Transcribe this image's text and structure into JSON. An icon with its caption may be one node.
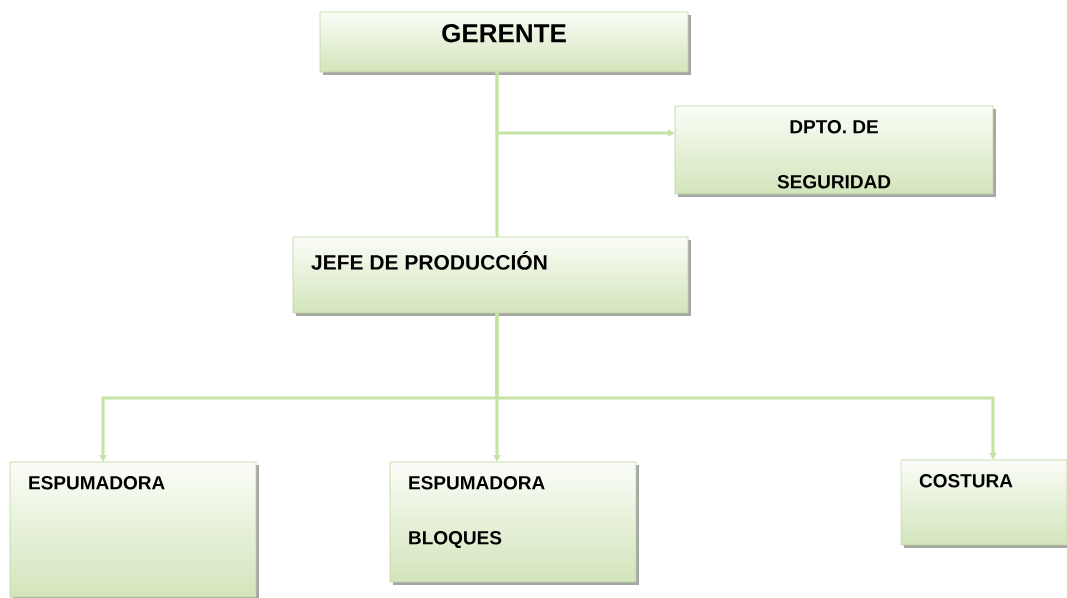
{
  "diagram": {
    "nodes": [
      {
        "text": [
          "GERENTE"
        ]
      },
      {
        "text": [
          "DPTO. DE SEGURIDAD"
        ]
      },
      {
        "text": [
          "JEFE DE PRODUCCIÓN"
        ]
      },
      {
        "text": [
          "ESPUMADORA"
        ]
      },
      {
        "text": [
          "ESPUMADORA BLOQUES"
        ]
      },
      {
        "text": [
          "COSTURA"
        ]
      }
    ],
    "edges": [
      {
        "from": 0,
        "to": 1,
        "arrow": "to"
      },
      {
        "from": 0,
        "to": 2,
        "arrow": "none"
      },
      {
        "from": 2,
        "to": 3,
        "arrow": "to"
      },
      {
        "from": 2,
        "to": 4,
        "arrow": "to"
      },
      {
        "from": 2,
        "to": 5,
        "arrow": "to"
      }
    ]
  }
}
